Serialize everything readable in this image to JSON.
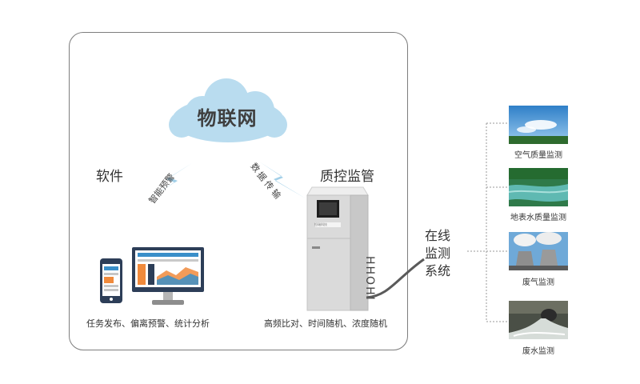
{
  "cloud": {
    "label": "物联网"
  },
  "software": {
    "title": "软件",
    "caption": "任务发布、偏离预警、统计分析"
  },
  "qc": {
    "title": "质控监管",
    "caption": "高频比对、时间随机、浓度随机",
    "cabinet_text": "HHOHI",
    "panel_text": "恒瑞科技"
  },
  "links": {
    "left": "智能预警",
    "right_chars": [
      "数",
      "据",
      "传",
      "输"
    ]
  },
  "system": {
    "line1": "在线",
    "line2": "监测",
    "line3": "系统"
  },
  "monitoring": [
    {
      "label": "空气质量监测",
      "icon": "sky-image"
    },
    {
      "label": "地表水质量监测",
      "icon": "river-image"
    },
    {
      "label": "废气监测",
      "icon": "cooling-tower-image"
    },
    {
      "label": "废水监测",
      "icon": "wastewater-image"
    }
  ],
  "colors": {
    "cloud": "#b8dcef",
    "lightning": "#9ccbe6",
    "cabinet": "#d9d9d9",
    "accent": "#f08a3c"
  }
}
